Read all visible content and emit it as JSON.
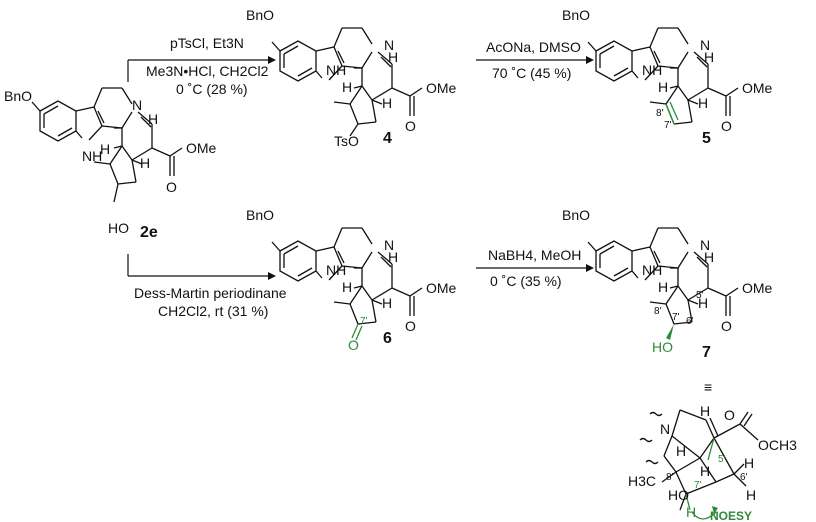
{
  "compounds": {
    "c2e": {
      "label": "2e",
      "bno": "BnO",
      "nh": "NH",
      "n": "N",
      "h1": "H",
      "h2": "H",
      "h3": "H",
      "ome": "OMe",
      "o": "O",
      "ho": "HO"
    },
    "c4": {
      "label": "4",
      "bno": "BnO",
      "nh": "NH",
      "n": "N",
      "h1": "H",
      "h2": "H",
      "h3": "H",
      "ome": "OMe",
      "o": "O",
      "tso": "TsO"
    },
    "c5": {
      "label": "5",
      "bno": "BnO",
      "nh": "NH",
      "n": "N",
      "h1": "H",
      "h2": "H",
      "h3": "H",
      "ome": "OMe",
      "o": "O",
      "p8": "8'",
      "p7": "7'"
    },
    "c6": {
      "label": "6",
      "bno": "BnO",
      "nh": "NH",
      "n": "N",
      "h1": "H",
      "h2": "H",
      "h3": "H",
      "ome": "OMe",
      "o": "O",
      "ketone_o": "O",
      "p7": "7'"
    },
    "c7": {
      "label": "7",
      "bno": "BnO",
      "nh": "NH",
      "n": "N",
      "h1": "H",
      "h2": "H",
      "h3": "H",
      "ome": "OMe",
      "o": "O",
      "ho": "HO",
      "p5": "5'",
      "p6": "6'",
      "p7": "7'",
      "p8": "8'"
    }
  },
  "reactions": {
    "r1": {
      "line1": "pTsCl, Et3N",
      "line2": "Me3N•HCl, CH2Cl2",
      "line3": "0 ˚C (28 %)"
    },
    "r2": {
      "line1": "AcONa, DMSO",
      "line2": "70 ˚C (45 %)"
    },
    "r3": {
      "line1": "Dess-Martin periodinane",
      "line2": "CH2Cl2, rt (31 %)"
    },
    "r4": {
      "line1": "NaBH4, MeOH",
      "line2": "0 ˚C (35 %)"
    }
  },
  "conformer": {
    "n": "N",
    "h1": "H",
    "h2": "H",
    "h3": "H",
    "h4": "H",
    "h5": "H",
    "h6": "H",
    "o": "O",
    "och3": "OCH3",
    "h3c": "H3C",
    "ho": "HO",
    "p5": "5'",
    "p6": "6'",
    "p7": "7'",
    "p8": "8'",
    "noesy": "NOESY",
    "equiv": "≡"
  },
  "colors": {
    "green": "#2e8b3a",
    "black": "#111111"
  }
}
